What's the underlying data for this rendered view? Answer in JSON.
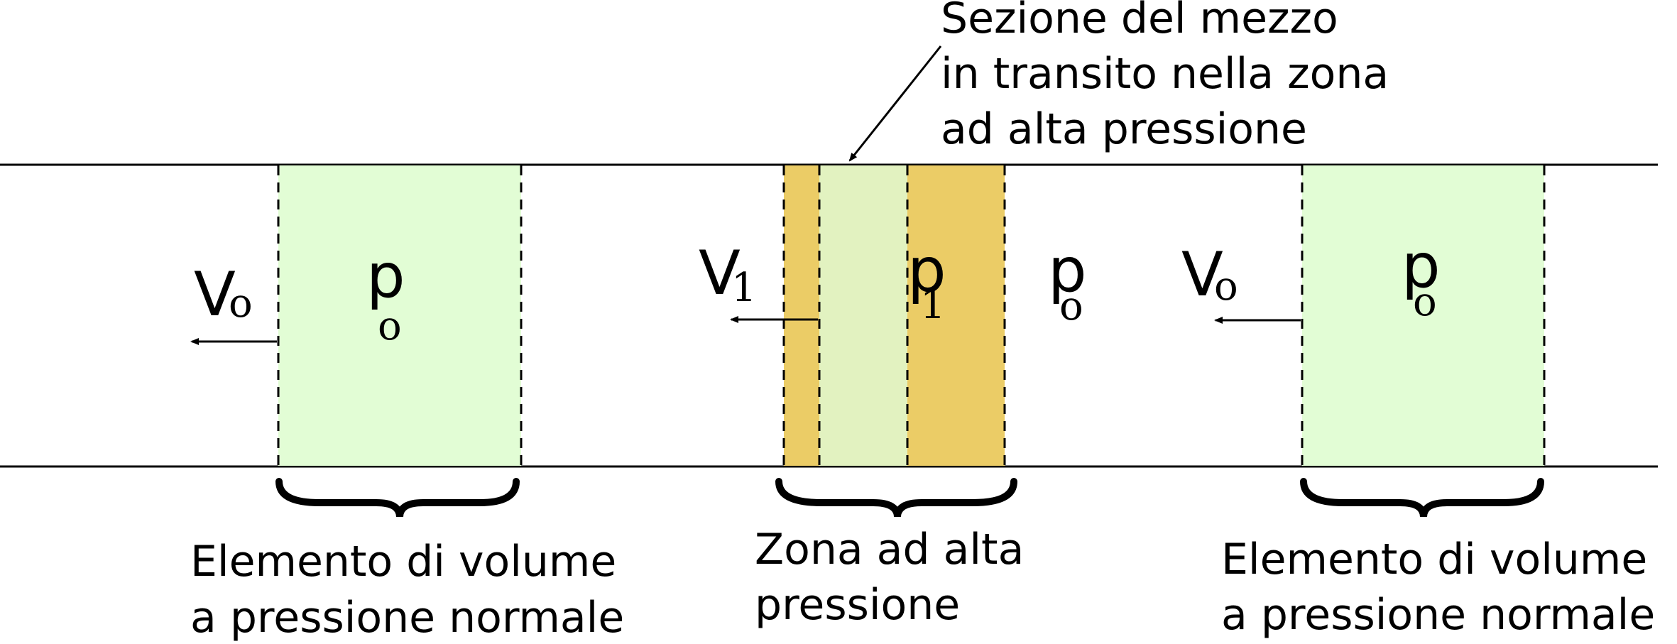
{
  "callout": {
    "line1": "Sezione del mezzo",
    "line2": "in transito nella zona",
    "line3": "ad alta pressione"
  },
  "left_element": {
    "velocity_symbol": "V",
    "velocity_subscript": "o",
    "pressure_symbol": "p",
    "pressure_subscript": "o",
    "caption_line1": "Elemento di volume",
    "caption_line2": "a pressione normale"
  },
  "middle_zone": {
    "velocity_symbol": "V",
    "velocity_subscript": "1",
    "pressure_symbol": "p",
    "pressure_subscript": "1",
    "caption_line1": "Zona ad alta",
    "caption_line2": "pressione"
  },
  "ambient_pressure": {
    "symbol": "p",
    "subscript": "o"
  },
  "right_element": {
    "velocity_symbol": "V",
    "velocity_subscript": "o",
    "pressure_symbol": "p",
    "pressure_subscript": "o",
    "caption_line1": "Elemento di volume",
    "caption_line2": "a pressione normale"
  },
  "colors": {
    "normal_volume_fill": "#e2fdd5",
    "high_pressure_fill": "#ebcc66",
    "transit_section_fill": "#e2f2c0",
    "line": "#000000"
  }
}
